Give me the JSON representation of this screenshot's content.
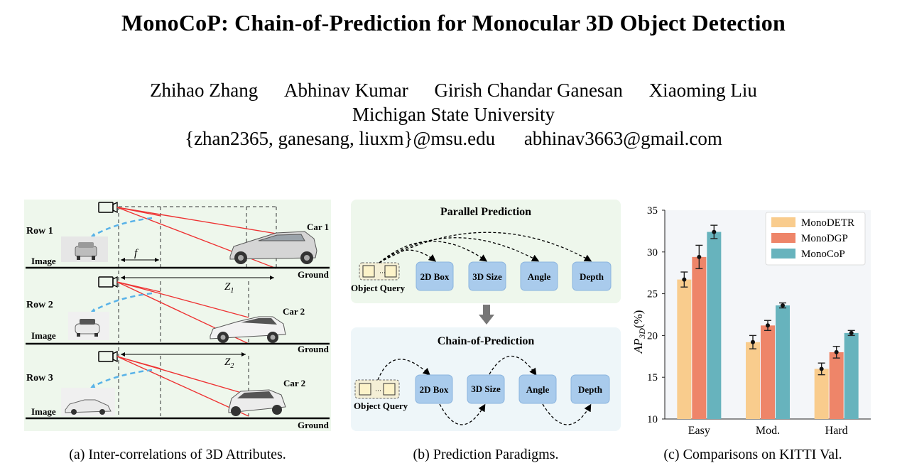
{
  "title": "MonoCoP: Chain-of-Prediction for Monocular 3D Object Detection",
  "authors": [
    "Zhihao Zhang",
    "Abhinav Kumar",
    "Girish Chandar Ganesan",
    "Xiaoming Liu"
  ],
  "affiliation": "Michigan State University",
  "emails": [
    "{zhan2365, ganesang, liuxm}@msu.edu",
    "abhinav3663@gmail.com"
  ],
  "panel_a": {
    "caption": "(a) Inter-correlations of 3D Attributes.",
    "rows": [
      {
        "label": "Row 1",
        "car": "Car 1"
      },
      {
        "label": "Row 2",
        "car": "Car 2"
      },
      {
        "label": "Row 3",
        "car": "Car 2"
      }
    ],
    "image_label": "Image",
    "ground_label": "Ground",
    "f_label": "f",
    "z1_label": "Z",
    "z1_sub": "1",
    "z2_label": "Z",
    "z2_sub": "2"
  },
  "panel_b": {
    "caption": "(b) Prediction Paradigms.",
    "parallel_title": "Parallel Prediction",
    "chain_title": "Chain-of-Prediction",
    "object_query": "Object Query",
    "query_dots": "···",
    "boxes": [
      "2D Box",
      "3D Size",
      "Angle",
      "Depth"
    ]
  },
  "panel_c": {
    "caption": "(c) Comparisons on KITTI Val.",
    "chart_data": {
      "type": "bar",
      "categories": [
        "Easy",
        "Mod.",
        "Hard"
      ],
      "series": [
        {
          "name": "MonoDETR",
          "color": "#f9cc8d",
          "values": [
            26.7,
            19.2,
            16.0
          ],
          "errors": [
            0.9,
            0.8,
            0.7
          ]
        },
        {
          "name": "MonoDGP",
          "color": "#ee8569",
          "values": [
            29.4,
            21.2,
            18.0
          ],
          "errors": [
            1.4,
            0.6,
            0.7
          ]
        },
        {
          "name": "MonoCoP",
          "color": "#67b3bd",
          "values": [
            32.4,
            23.6,
            20.3
          ],
          "errors": [
            0.8,
            0.3,
            0.3
          ]
        }
      ],
      "ylabel": "AP",
      "ylabel_sub": "3D",
      "ylabel_suffix": "(%)",
      "ylim": [
        10,
        35
      ],
      "yticks": [
        "10",
        "15",
        "20",
        "25",
        "30",
        "35"
      ],
      "grid": false,
      "legend": "top-right"
    }
  }
}
